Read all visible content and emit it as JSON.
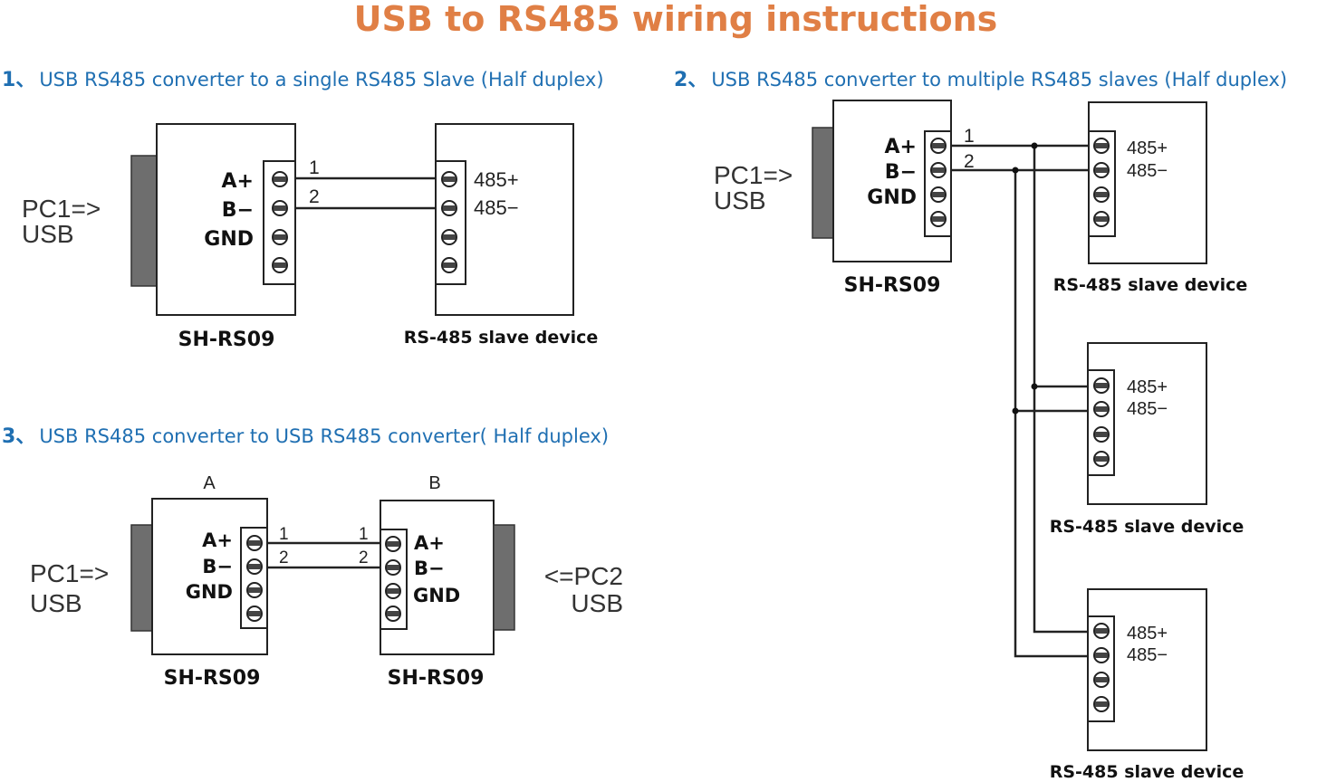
{
  "title": "USB to RS485 wiring instructions",
  "colors": {
    "title": "#e07f45",
    "heading": "#1f6fb2",
    "line": "#222222",
    "connector": "#6e6e6e"
  },
  "sections": [
    {
      "number": "1、",
      "heading": "USB RS485 converter to a single RS485 Slave (Half duplex)",
      "pc_label_1": "PC1=>",
      "pc_label_2": "USB",
      "converter": {
        "name": "SH-RS09",
        "pins": [
          "A+",
          "B−",
          "GND"
        ]
      },
      "wires": [
        "1",
        "2"
      ],
      "slave": {
        "name": "RS-485 slave device",
        "pins": [
          "485+",
          "485−"
        ]
      }
    },
    {
      "number": "2、",
      "heading": "USB RS485 converter to multiple RS485 slaves (Half duplex)",
      "pc_label_1": "PC1=>",
      "pc_label_2": "USB",
      "converter": {
        "name": "SH-RS09",
        "pins": [
          "A+",
          "B−",
          "GND"
        ]
      },
      "wires": [
        "1",
        "2"
      ],
      "slaves": [
        {
          "name": "RS-485 slave device",
          "pins": [
            "485+",
            "485−"
          ]
        },
        {
          "name": "RS-485 slave device",
          "pins": [
            "485+",
            "485−"
          ]
        },
        {
          "name": "RS-485 slave device",
          "pins": [
            "485+",
            "485−"
          ]
        }
      ]
    },
    {
      "number": "3、",
      "heading": "USB RS485 converter to USB RS485 converter( Half duplex)",
      "left": {
        "tag": "A",
        "pc_label_1": "PC1=>",
        "pc_label_2": "USB",
        "name": "SH-RS09",
        "pins": [
          "A+",
          "B−",
          "GND"
        ]
      },
      "right": {
        "tag": "B",
        "pc_label_1": "<=PC2",
        "pc_label_2": "USB",
        "name": "SH-RS09",
        "pins": [
          "A+",
          "B−",
          "GND"
        ]
      },
      "wires": [
        "1",
        "2"
      ]
    }
  ]
}
